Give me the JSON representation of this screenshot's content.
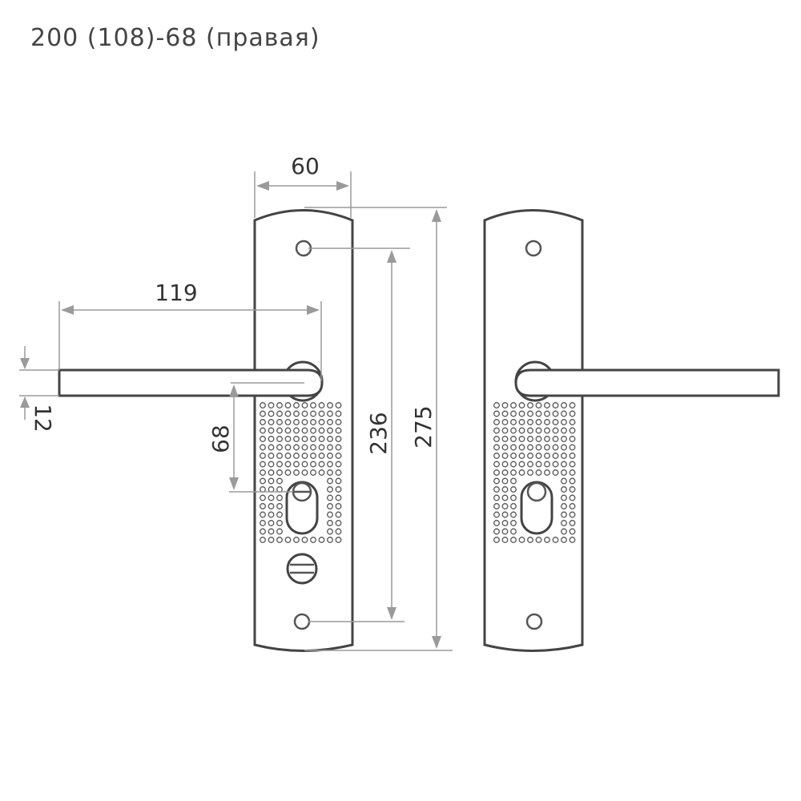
{
  "title": "200 (108)-68 (правая)",
  "dimensions": {
    "plate_width": "60",
    "plate_height": "275",
    "screw_spacing": "236",
    "lever_length": "119",
    "lever_thickness": "12",
    "lever_to_cylinder": "68"
  },
  "colors": {
    "outline": "#444444",
    "dimension_lines": "#9a9a9a",
    "text": "#333333"
  }
}
